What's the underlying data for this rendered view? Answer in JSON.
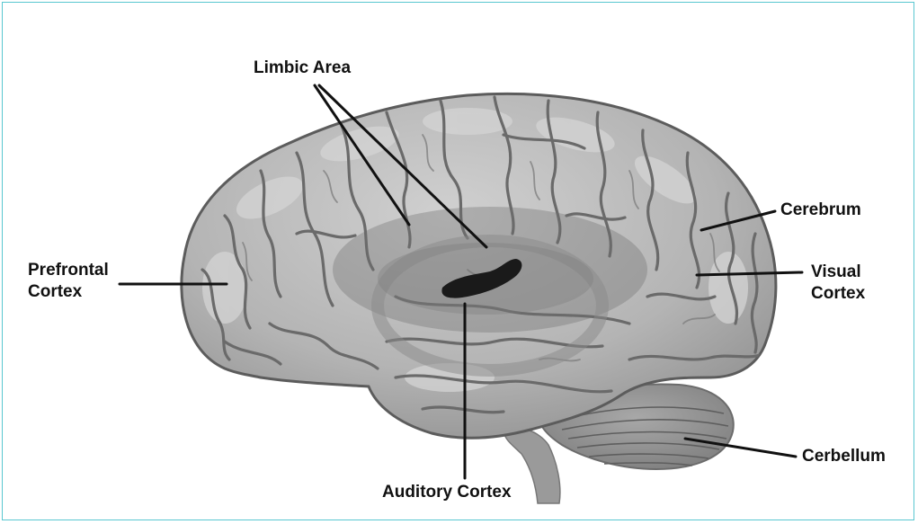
{
  "labels": {
    "limbic_area": "Limbic Area",
    "prefrontal_cortex": [
      "Prefrontal",
      "Cortex"
    ],
    "cerebrum": "Cerebrum",
    "visual_cortex": [
      "Visual",
      "Cortex"
    ],
    "cerbellum": "Cerbellum",
    "auditory_cortex": "Auditory Cortex"
  },
  "colors": {
    "frame_border": "#59c7d0",
    "brain_base": "#b4b4b4",
    "gyri_highlight": "#d2d2d2",
    "sulci": "#6a6a6a",
    "limbic_overlay": "#7a7a7a",
    "auditory_mark": "#1a1a1a",
    "text_and_leaders": "#111111"
  }
}
